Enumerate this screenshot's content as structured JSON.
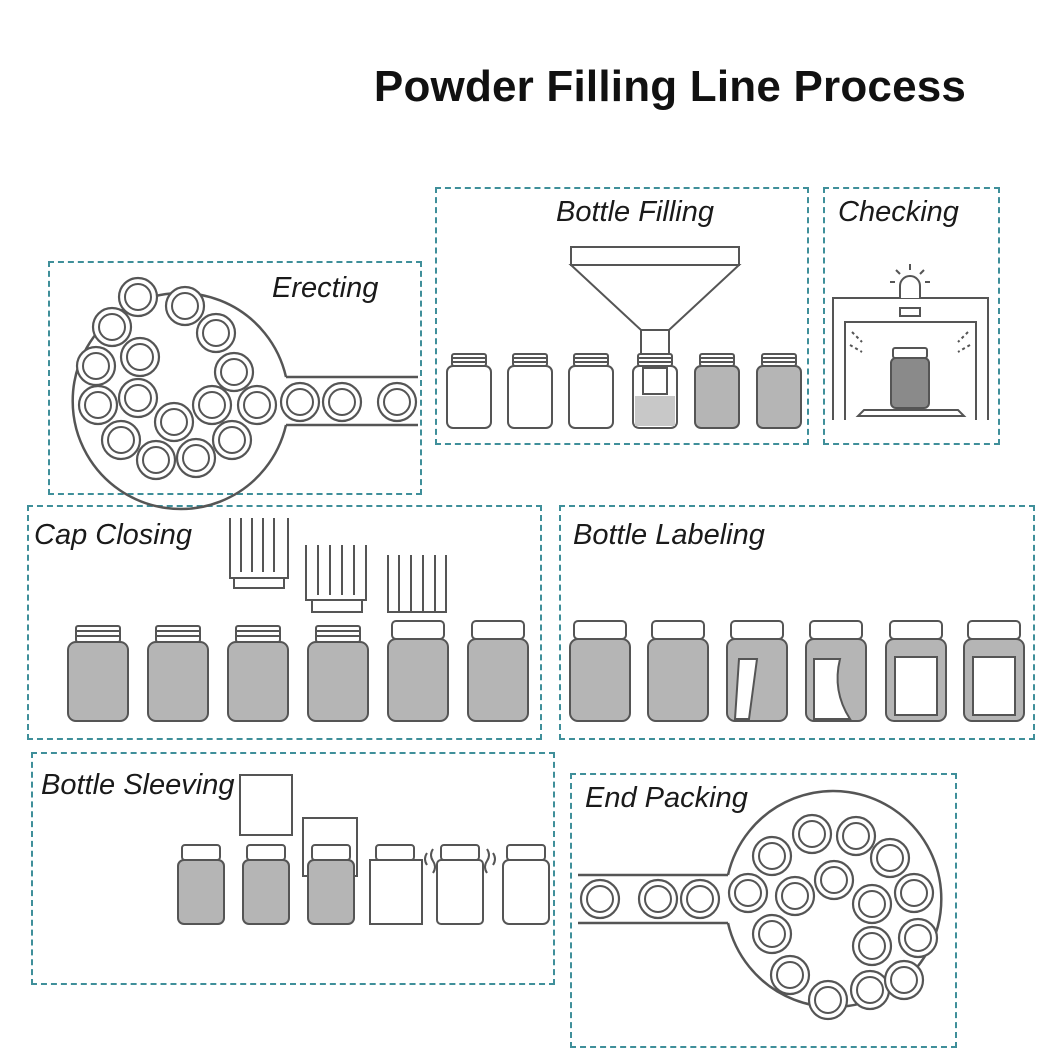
{
  "title": "Powder Filling Line Process",
  "stages": {
    "erecting": "Erecting",
    "bottle_filling": "Bottle Filling",
    "checking": "Checking",
    "cap_closing": "Cap Closing",
    "bottle_labeling": "Bottle Labeling",
    "bottle_sleeving": "Bottle Sleeving",
    "end_packing": "End Packing"
  },
  "colors": {
    "frame": "#3f8f9a",
    "line": "#555555",
    "bottle_fill": "#b5b5b5",
    "dark_bottle": "#8a8a8a"
  }
}
